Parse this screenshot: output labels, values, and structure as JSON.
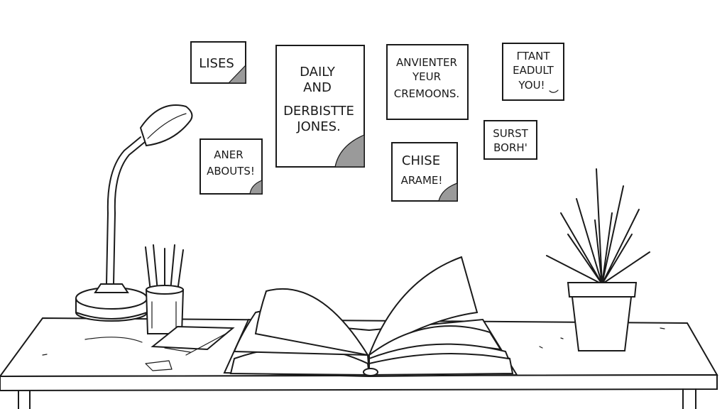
{
  "notes": [
    {
      "id": "lises",
      "lines": [
        "LISES"
      ]
    },
    {
      "id": "daily",
      "lines": [
        "DAILY",
        "AND",
        "DERBISTTE",
        "JONES."
      ]
    },
    {
      "id": "anvienter",
      "lines": [
        "ANVIENTER",
        "YEUR",
        "CREMOONS."
      ]
    },
    {
      "id": "tant",
      "lines": [
        "ΓTANT",
        "EADULT",
        "YOU!"
      ]
    },
    {
      "id": "aner",
      "lines": [
        "ANER",
        "ABOUTS!"
      ]
    },
    {
      "id": "surst",
      "lines": [
        "SURST",
        "BORH'"
      ]
    },
    {
      "id": "chise",
      "lines": [
        "CHISE",
        "ARAME!"
      ]
    }
  ],
  "colors": {
    "ink": "#1a1a1a",
    "paper": "#ffffff",
    "shade": "#9a9a9a"
  },
  "objects": [
    "desk-lamp-icon",
    "pencil-cup-icon",
    "open-book-icon",
    "potted-plant-icon",
    "notebook-icon",
    "desk-icon"
  ]
}
